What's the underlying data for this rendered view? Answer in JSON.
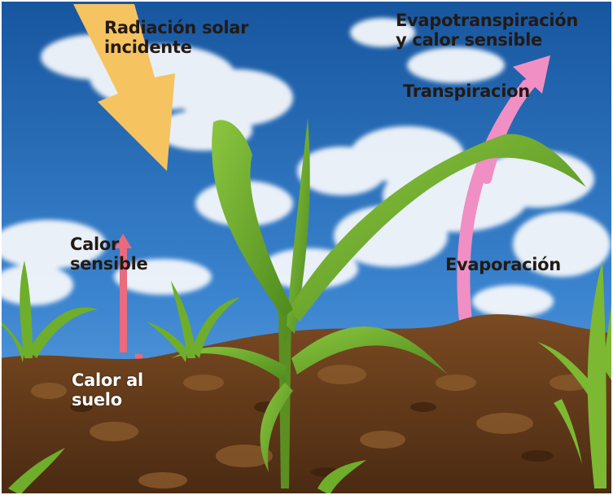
{
  "labels": {
    "incident_radiation": {
      "line1": "Radiación solar",
      "line2": "incidente"
    },
    "evapotranspiration": {
      "line1": "Evapotranspiración",
      "line2": "y calor sensible"
    },
    "transpiration": "Transpiracion",
    "sensible_heat": {
      "line1": "Calor",
      "line2": "sensible"
    },
    "evaporation": "Evaporación",
    "soil_heat": {
      "line1": "Calor al",
      "line2": "suelo"
    }
  },
  "colors": {
    "sky_top": "#1a5fb0",
    "sky_bottom": "#5da2e0",
    "solar_arrow": "#f5c35f",
    "evapotranspiration_arrow": "#f08fc4",
    "sensible_heat_arrow": "#ea6a7e",
    "soil": "#6a3e1c",
    "leaf": "#6fae2a",
    "dark_label": "#231a14",
    "light_label": "#ffffff"
  }
}
